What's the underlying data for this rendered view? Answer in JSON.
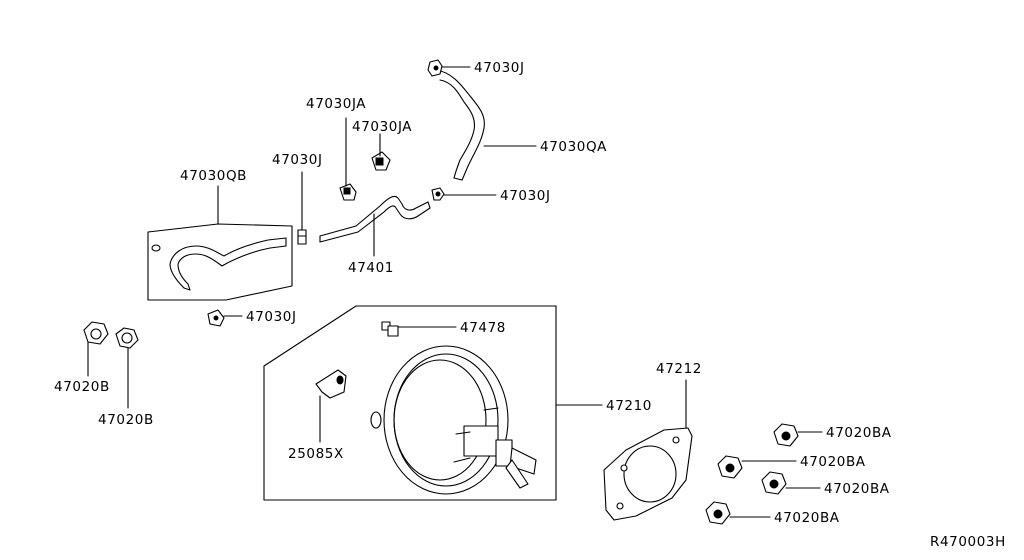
{
  "diagram_title": "",
  "reference_code": "R470003H",
  "callouts": {
    "p47030J_top": "47030J",
    "p47030QA": "47030QA",
    "p47030JA_a": "47030JA",
    "p47030JA_b": "47030JA",
    "p47030J_left": "47030J",
    "p47030QB": "47030QB",
    "p47030J_right": "47030J",
    "p47401": "47401",
    "p47030J_bottom": "47030J",
    "p47478": "47478",
    "p47212": "47212",
    "p47210": "47210",
    "p47020B_a": "47020B",
    "p47020B_b": "47020B",
    "p25085X": "25085X",
    "p47020BA_1": "47020BA",
    "p47020BA_2": "47020BA",
    "p47020BA_3": "47020BA",
    "p47020BA_4": "47020BA"
  },
  "colors": {
    "line": "#000000",
    "background": "#ffffff"
  }
}
